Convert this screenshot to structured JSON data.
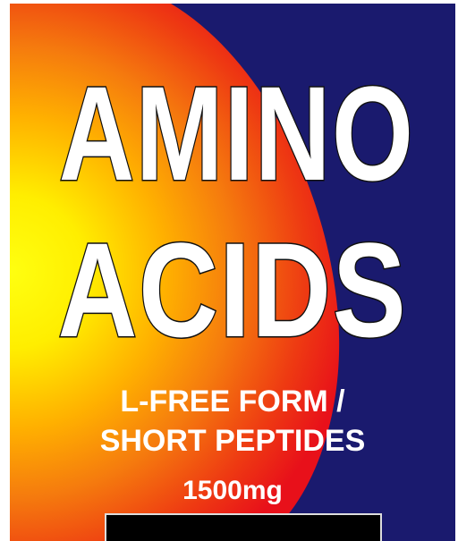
{
  "product": {
    "title_line_1": "AMINO",
    "title_line_2": "ACIDS",
    "subtitle_line_1": "L-FREE FORM /",
    "subtitle_line_2": "SHORT PEPTIDES",
    "dose": "1500mg"
  },
  "colors": {
    "background_blue": "#1a1a6e",
    "gradient_red": "#e8101a",
    "gradient_orange": "#f57a0e",
    "gradient_yellow": "#ffee00",
    "text_white": "#ffffff",
    "outline": "#111111"
  }
}
